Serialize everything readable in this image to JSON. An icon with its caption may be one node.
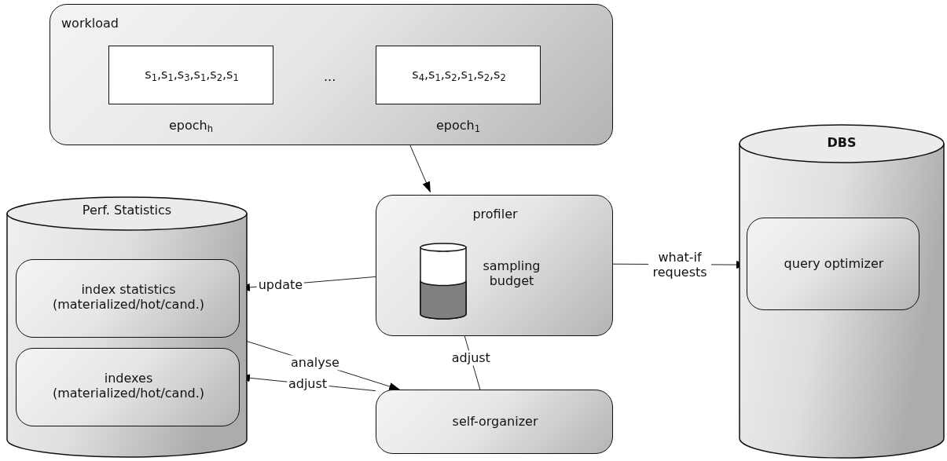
{
  "diagram": {
    "nodes": [
      {
        "text": [
          "workload"
        ]
      },
      {
        "text": [
          "s$_{1}$,s$_{1}$,s$_{3}$,s$_{1}$,s$_{2}$,s$_{1}$"
        ],
        "beside": [
          "epoch$_{h}$"
        ],
        "in": 0
      },
      {
        "text": [
          "s$_{4}$,s$_{1}$,s$_{2}$,s$_{1}$,s$_{2}$,s$_{2}$"
        ],
        "beside": [
          "epoch$_{1}$"
        ],
        "in": 0
      },
      {
        "text": [
          "Perf. Statistics"
        ]
      },
      {
        "text": [
          "index statistics (materialized/hot/cand.)"
        ],
        "in": 3
      },
      {
        "text": [
          "indexes (materialized/hot/cand.)"
        ],
        "in": 3
      },
      {
        "text": [
          "profiler",
          "sampling budget"
        ]
      },
      {
        "text": [],
        "shape": "cylinder",
        "in": 6
      },
      {
        "text": [
          "self-organizer"
        ]
      },
      {
        "text": [
          "DBS"
        ]
      },
      {
        "text": [
          "query optimizer"
        ],
        "in": 9
      }
    ],
    "edges": [
      {
        "from": 0,
        "to": 6,
        "arrow": "to"
      },
      {
        "from": 6,
        "to": 4,
        "arrow": "to",
        "label": "update"
      },
      {
        "from": 6,
        "to": 10,
        "arrow": "to",
        "label": "what-if requests"
      },
      {
        "from": 4,
        "to": 8,
        "arrow": "to",
        "label": "analyse"
      },
      {
        "from": 8,
        "to": 5,
        "arrow": "to",
        "label": "adjust"
      },
      {
        "from": 8,
        "to": 7,
        "arrow": "to",
        "label": "adjust"
      }
    ],
    "labels": [
      "..."
    ]
  }
}
